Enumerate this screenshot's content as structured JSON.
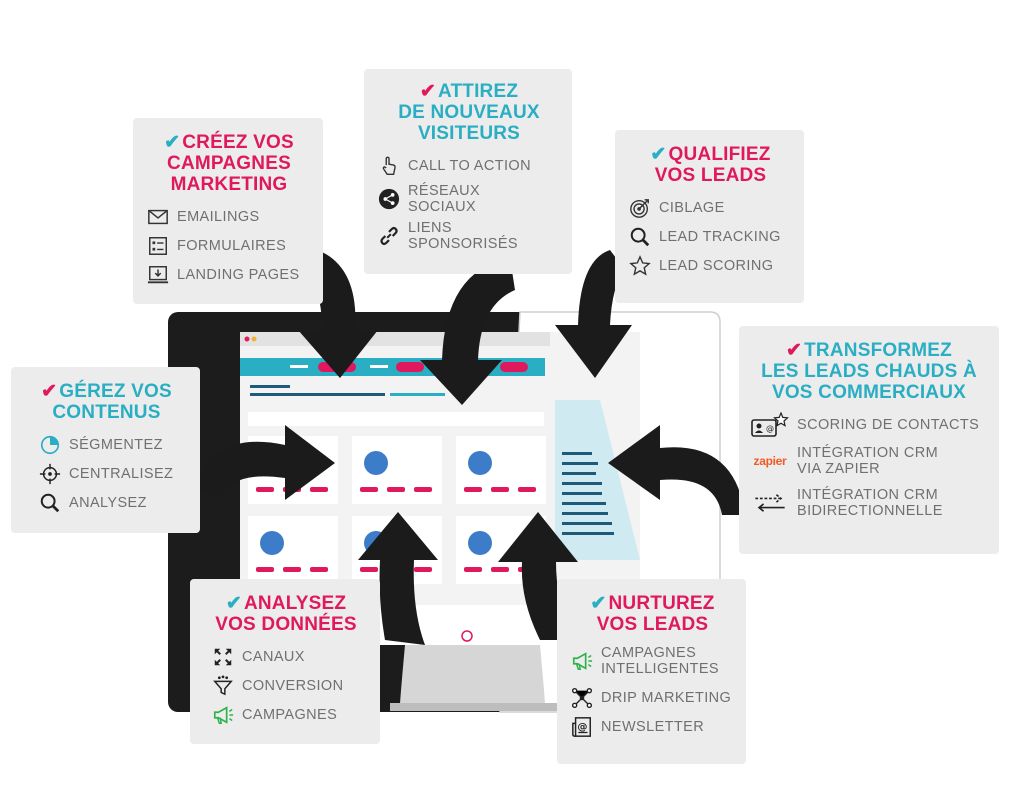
{
  "colors": {
    "pink": "#e0195e",
    "teal": "#2aaec4",
    "card_bg": "#ececec",
    "arrow": "#1b1b1b"
  },
  "cards": {
    "creez": {
      "title_a": "CRÉEZ VOS",
      "title_b": "CAMPAGNES",
      "title_c": "MARKETING",
      "items": [
        {
          "label": "EMAILINGS",
          "icon": "envelope-icon"
        },
        {
          "label": "FORMULAIRES",
          "icon": "form-icon"
        },
        {
          "label": "LANDING PAGES",
          "icon": "landing-page-icon"
        }
      ]
    },
    "attirez": {
      "title_a": "ATTIREZ",
      "title_b": "DE NOUVEAUX",
      "title_c": "VISITEURS",
      "items": [
        {
          "label": "CALL TO ACTION",
          "icon": "hand-pointer-icon"
        },
        {
          "label": "RÉSEAUX\nSOCIAUX",
          "icon": "share-icon"
        },
        {
          "label": "LIENS\nSPONSORISÉS",
          "icon": "link-icon"
        }
      ]
    },
    "qualifiez": {
      "title_a": "QUALIFIEZ",
      "title_b": "VOS LEADS",
      "items": [
        {
          "label": "CIBLAGE",
          "icon": "target-icon"
        },
        {
          "label": "LEAD TRACKING",
          "icon": "magnifier-icon"
        },
        {
          "label": "LEAD SCORING",
          "icon": "star-icon"
        }
      ]
    },
    "transformez": {
      "title_a": "TRANSFORMEZ",
      "title_b": "LES LEADS  CHAUDS À",
      "title_c": "VOS COMMERCIAUX",
      "items": [
        {
          "label": "SCORING DE CONTACTS",
          "icon": "contact-card-star-icon"
        },
        {
          "label": "INTÉGRATION CRM\nVIA ZAPIER",
          "icon": "zapier-logo",
          "logo_text": "zapier"
        },
        {
          "label": "INTÉGRATION CRM\nBIDIRECTIONNELLE",
          "icon": "bidirectional-arrows-icon"
        }
      ]
    },
    "gerez": {
      "title_a": "GÉREZ VOS",
      "title_b": "CONTENUS",
      "items": [
        {
          "label": "SÉGMENTEZ",
          "icon": "pie-chart-icon"
        },
        {
          "label": "CENTRALISEZ",
          "icon": "crosshair-icon"
        },
        {
          "label": "ANALYSEZ",
          "icon": "magnifier-icon"
        }
      ]
    },
    "analysez": {
      "title_a": "ANALYSEZ",
      "title_b": "VOS DONNÉES",
      "items": [
        {
          "label": "CANAUX",
          "icon": "expand-arrows-icon"
        },
        {
          "label": "CONVERSION",
          "icon": "funnel-icon"
        },
        {
          "label": "CAMPAGNES",
          "icon": "megaphone-icon"
        }
      ]
    },
    "nurturez": {
      "title_a": "NURTUREZ",
      "title_b": "VOS LEADS",
      "items": [
        {
          "label": "CAMPAGNES\nINTELLIGENTES",
          "icon": "megaphone-icon"
        },
        {
          "label": "DRIP MARKETING",
          "icon": "network-icon"
        },
        {
          "label": "NEWSLETTER",
          "icon": "newsletter-icon"
        }
      ]
    }
  }
}
